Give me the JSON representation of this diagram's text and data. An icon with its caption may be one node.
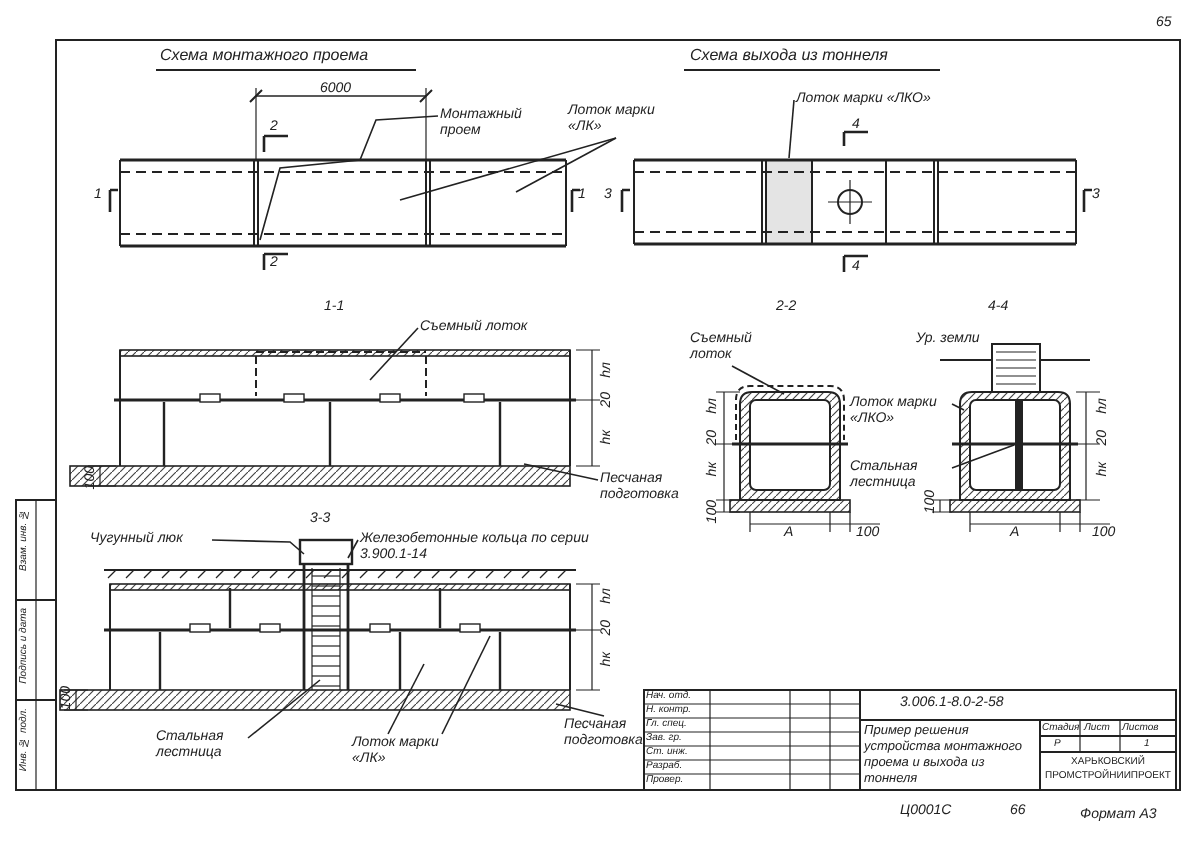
{
  "diagram": {
    "nodes": [
      {
        "text": [
          "Монтажный проем"
        ]
      },
      {
        "text": [
          "Лоток марки «ЛК»"
        ]
      },
      {
        "text": [
          "Лоток марки «ЛКО»"
        ]
      },
      {
        "text": [
          "Съемный лоток"
        ]
      },
      {
        "text": [
          "Песчаная подготовка"
        ]
      },
      {
        "text": [
          "Чугунный люк"
        ]
      },
      {
        "text": [
          "Железобетонные кольца по серии 3.900.1-14"
        ]
      },
      {
        "text": [
          "Стальная лестница"
        ]
      },
      {
        "text": [
          "Лоток марки «ЛК»"
        ]
      },
      {
        "text": [
          "Песчаная подготовка"
        ]
      },
      {
        "text": [
          "Съемный лоток"
        ]
      },
      {
        "text": [
          "Лоток марки «ЛКО»"
        ]
      },
      {
        "text": [
          "Стальная лестница"
        ]
      },
      {
        "text": [],
        "shape": "box"
      },
      {
        "text": [],
        "shape": "bar"
      }
    ],
    "edges": [
      {
        "from": 0,
        "to": null,
        "arrow": "none"
      },
      {
        "from": 1,
        "to": null,
        "arrow": "none"
      },
      {
        "from": 1,
        "to": null,
        "arrow": "none"
      },
      {
        "from": 2,
        "to": 13,
        "arrow": "none"
      },
      {
        "from": 3,
        "to": null,
        "arrow": "none"
      },
      {
        "from": 4,
        "to": null,
        "arrow": "none"
      },
      {
        "from": 5,
        "to": null,
        "arrow": "none"
      },
      {
        "from": 6,
        "to": null,
        "arrow": "none"
      },
      {
        "from": 7,
        "to": null,
        "arrow": "none"
      },
      {
        "from": 8,
        "to": null,
        "arrow": "none"
      },
      {
        "from": 8,
        "to": null,
        "arrow": "none"
      },
      {
        "from": 9,
        "to": null,
        "arrow": "none"
      },
      {
        "from": 10,
        "to": null,
        "arrow": "none"
      },
      {
        "from": 11,
        "to": null,
        "arrow": "none"
      },
      {
        "from": 12,
        "to": 14,
        "arrow": "none"
      }
    ],
    "labels": [
      "65",
      "Схема монтажного проема",
      "Схема выхода из тоннеля",
      "6000",
      "2",
      "1",
      "2",
      "1",
      "3",
      "4",
      "4",
      "3",
      "1-1",
      "2-2",
      "4-4",
      "Ур. земли",
      "hл",
      "20",
      "hк",
      "100",
      "hл",
      "20",
      "hк",
      "100",
      "А",
      "100",
      "hл",
      "20",
      "hк",
      "100",
      "А",
      "100",
      "3-3",
      "100",
      "hл",
      "20",
      "hк",
      "Нач. отд.",
      "Н. контр.",
      "Гл. спец.",
      "Зав. гр.",
      "Ст. инж.",
      "Разраб.",
      "Провер.",
      "3.006.1-8.0-2-58",
      "Пример решения устройства монтажного проема и выхода из тоннеля",
      "Стадия",
      "Лист",
      "Листов",
      "Р",
      "1",
      "ХАРЬКОВСКИЙ ПРОМСТРОЙНИИПРОЕКТ",
      "Взам. инв. №",
      "Подпись и дата",
      "Инв. № подл.",
      "Ц0001С",
      "66",
      "Формат А3"
    ]
  }
}
